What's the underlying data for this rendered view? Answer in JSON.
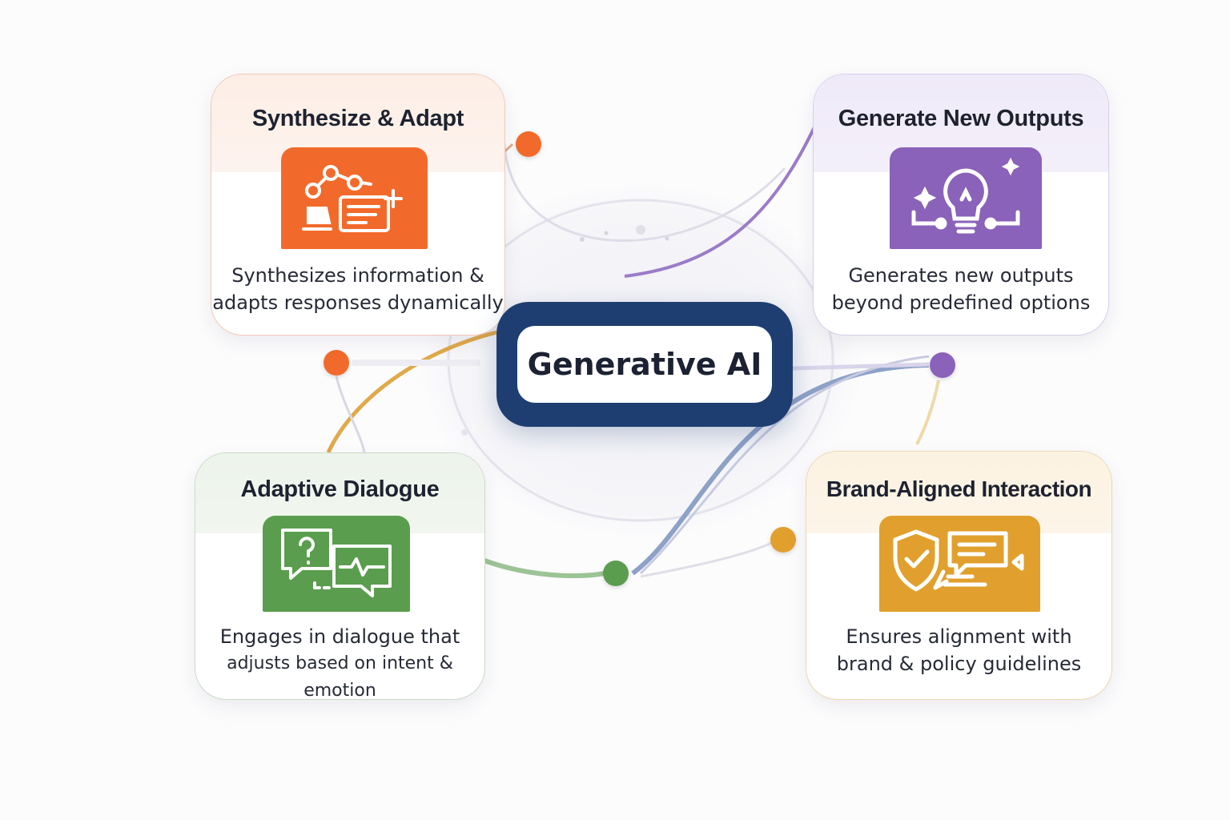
{
  "center": {
    "label": "Generative AI",
    "color": "#1e3e72"
  },
  "cards": [
    {
      "title": "Synthesize & Adapt",
      "description_lines": [
        "Synthesizes information &",
        "adapts responses dynamically"
      ],
      "icon": "workflow-document-icon",
      "color": "#f26a2b"
    },
    {
      "title": "Generate New Outputs",
      "description_lines": [
        "Generates new outputs",
        "beyond predefined options"
      ],
      "icon": "lightbulb-sparkle-icon",
      "color": "#8a62b9"
    },
    {
      "title": "Adaptive Dialogue",
      "description_lines": [
        "Engages in dialogue that",
        "adjusts based on intent & emotion"
      ],
      "icon": "chat-bubbles-icon",
      "color": "#5a9d4e"
    },
    {
      "title": "Brand-Aligned Interaction",
      "description_lines": [
        "Ensures alignment with",
        "brand & policy guidelines"
      ],
      "icon": "shield-check-chat-icon",
      "color": "#e1a02d"
    }
  ]
}
